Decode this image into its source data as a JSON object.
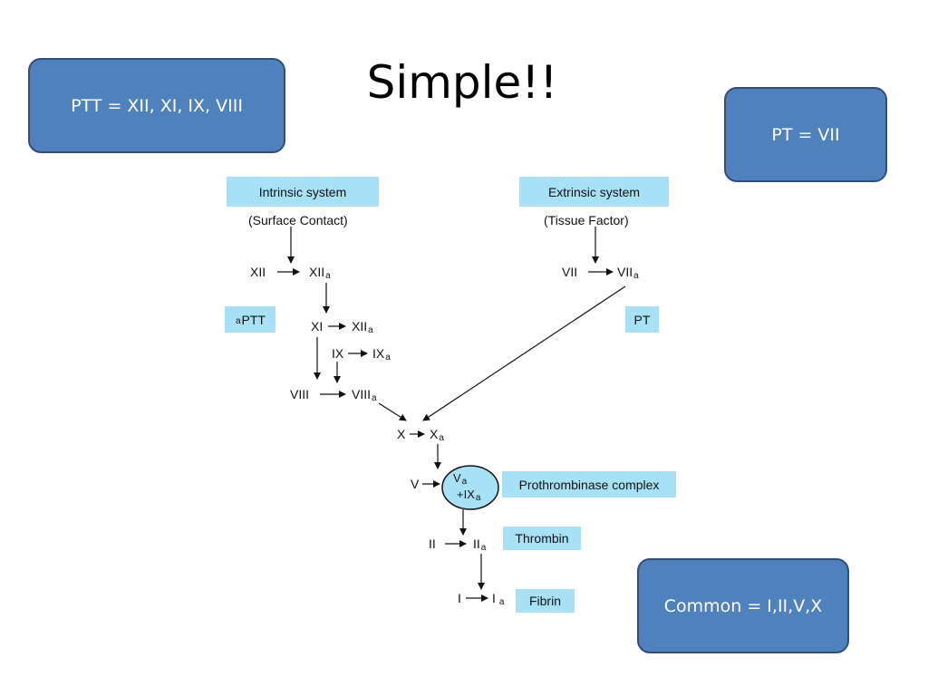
{
  "title": "Simple!!",
  "colors": {
    "callout_fill": "#4f81bd",
    "callout_border": "#2f4f7a",
    "highlight": "#a6e1f5"
  },
  "callouts": {
    "ptt": "PTT = XII, XI, IX, VIII",
    "pt": "PT = VII",
    "common": "Common = I,II,V,X"
  },
  "diagram": {
    "intrinsic_title": "Intrinsic system",
    "intrinsic_sub": "(Surface Contact)",
    "extrinsic_title": "Extrinsic system",
    "extrinsic_sub": "(Tissue Factor)",
    "aptt_prefix": "a",
    "aptt": "PTT",
    "pt": "PT",
    "factors": {
      "xii": "XII",
      "xii_a": "XII",
      "xi": "XI",
      "xi_a": "XII",
      "ix": "IX",
      "ix_a": "IX",
      "viii": "VIII",
      "viii_a": "VIII",
      "vii": "VII",
      "vii_a": "VII",
      "x": "X",
      "x_a": "X",
      "v": "V",
      "v_a": "V",
      "ix_plus": "+IX",
      "ii": "II",
      "ii_a": "II",
      "i": "I",
      "i_a": "I"
    },
    "sub_a": "a",
    "prothrombinase": "Prothrombinase complex",
    "thrombin": "Thrombin",
    "fibrin": "Fibrin"
  }
}
